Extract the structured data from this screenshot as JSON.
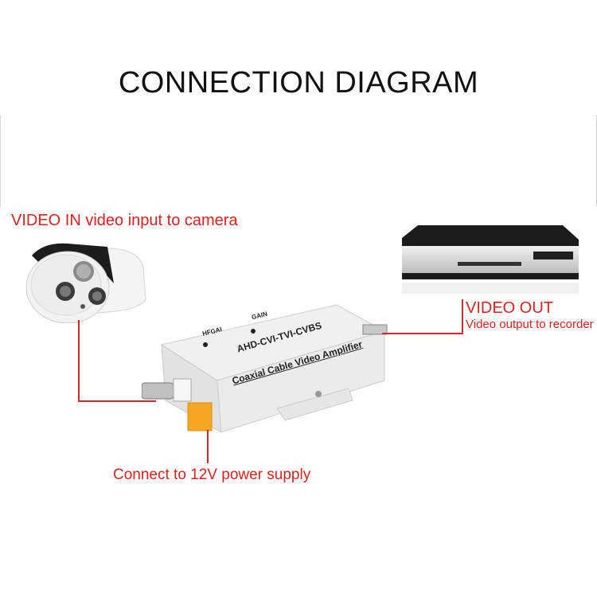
{
  "title": "CONNECTION DIAGRAM",
  "labels": {
    "video_in": "VIDEO IN video input to camera",
    "video_out_title": "VIDEO OUT",
    "video_out_desc": "Video output to recorder",
    "power": "Connect to 12V power supply"
  },
  "device": {
    "line1": "AHD-CVI-TVI-CVBS",
    "line2": "Coaxial Cable Video Amplifier",
    "knob1": "HFGAI",
    "knob2": "GAIN"
  },
  "colors": {
    "label_red": "#e0201c",
    "leader_line": "#d9262b",
    "device_body": "#ececec",
    "terminal_block": "#f5a623"
  }
}
